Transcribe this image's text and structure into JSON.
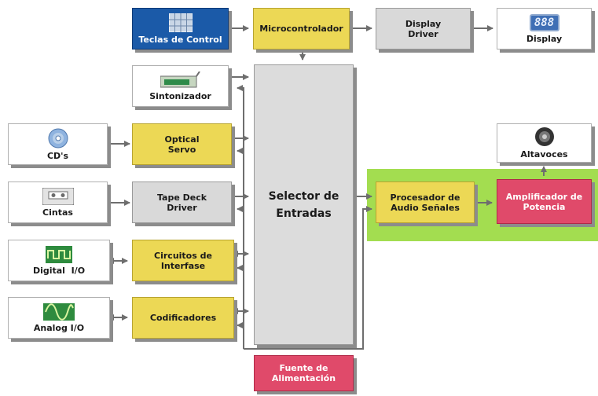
{
  "blocks": {
    "teclas": "Teclas de Control",
    "micro": "Microcontrolador",
    "display_driver": "Display\nDriver",
    "display": "Display",
    "sintonizador": "Sintonizador",
    "cds": "CD's",
    "optical": "Optical\nServo",
    "cintas": "Cintas",
    "tape": "Tape Deck\nDriver",
    "digital": "Digital  I/O",
    "circuitos": "Circuitos de\nInterfase",
    "analog": "Analog I/O",
    "codificadores": "Codificadores",
    "selector": "Selector de\nEntradas",
    "procesador": "Procesador de\nAudio Señales",
    "amplificador": "Amplificador de\nPotencia",
    "altavoces": "Altavoces",
    "fuente": "Fuente de\nAlimentación"
  },
  "icons": {
    "teclas": "keypad-icon",
    "display": "lcd-digits-icon",
    "display_digits": "888",
    "sintonizador": "radio-tuner-icon",
    "cds": "cd-disc-icon",
    "cintas": "cassette-icon",
    "digital": "square-wave-icon",
    "analog": "sine-wave-icon",
    "altavoces": "speaker-icon"
  },
  "colors": {
    "yellow": "#ecd855",
    "gray": "#d9d9d9",
    "red": "#e04a6a",
    "blue": "#1b5aa8",
    "green_region": "#a3dd50",
    "wire": "#7a7a7a"
  }
}
